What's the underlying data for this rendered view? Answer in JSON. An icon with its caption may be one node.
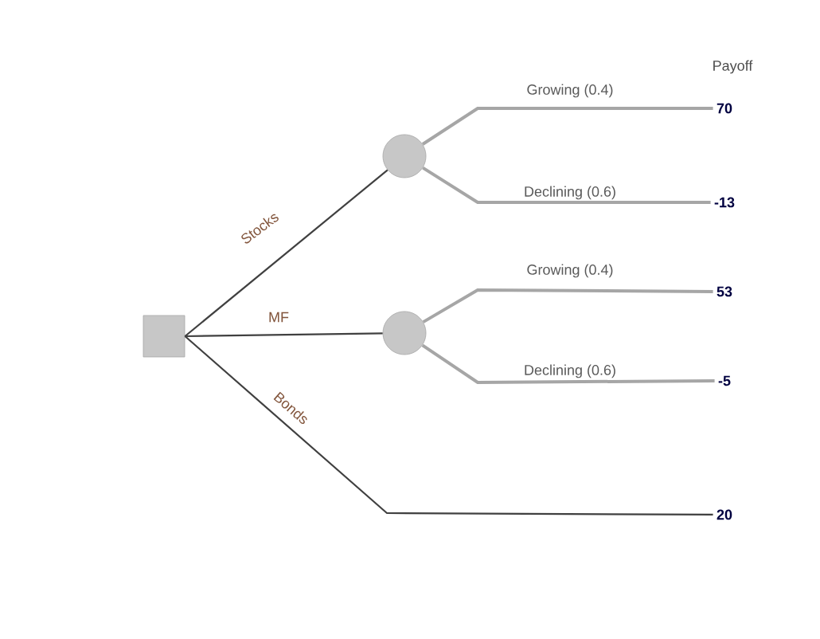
{
  "diagram": {
    "nodes": [
      {
        "text": [],
        "shape": "box"
      },
      {
        "text": [],
        "shape": "circle"
      },
      {
        "text": [],
        "shape": "circle"
      },
      {
        "text": [
          "70"
        ]
      },
      {
        "text": [
          "-13"
        ]
      },
      {
        "text": [
          "53"
        ]
      },
      {
        "text": [
          "-5"
        ]
      },
      {
        "text": [
          "20"
        ]
      }
    ],
    "edges": [
      {
        "from": 0,
        "to": 1,
        "arrow": "none",
        "label": "Stocks",
        "color": "#404040"
      },
      {
        "from": 0,
        "to": 2,
        "arrow": "none",
        "label": "MF",
        "color": "#404040"
      },
      {
        "from": 0,
        "to": 7,
        "arrow": "none",
        "label": "Bonds",
        "color": "#404040"
      },
      {
        "from": 1,
        "to": 3,
        "arrow": "none",
        "label": "Growing (0.4)"
      },
      {
        "from": 1,
        "to": 4,
        "arrow": "none",
        "label": "Declining (0.6)"
      },
      {
        "from": 2,
        "to": 5,
        "arrow": "none",
        "label": "Growing (0.4)"
      },
      {
        "from": 2,
        "to": 6,
        "arrow": "none",
        "label": "Declining (0.6)"
      }
    ],
    "labels": [
      "Payoff"
    ]
  }
}
